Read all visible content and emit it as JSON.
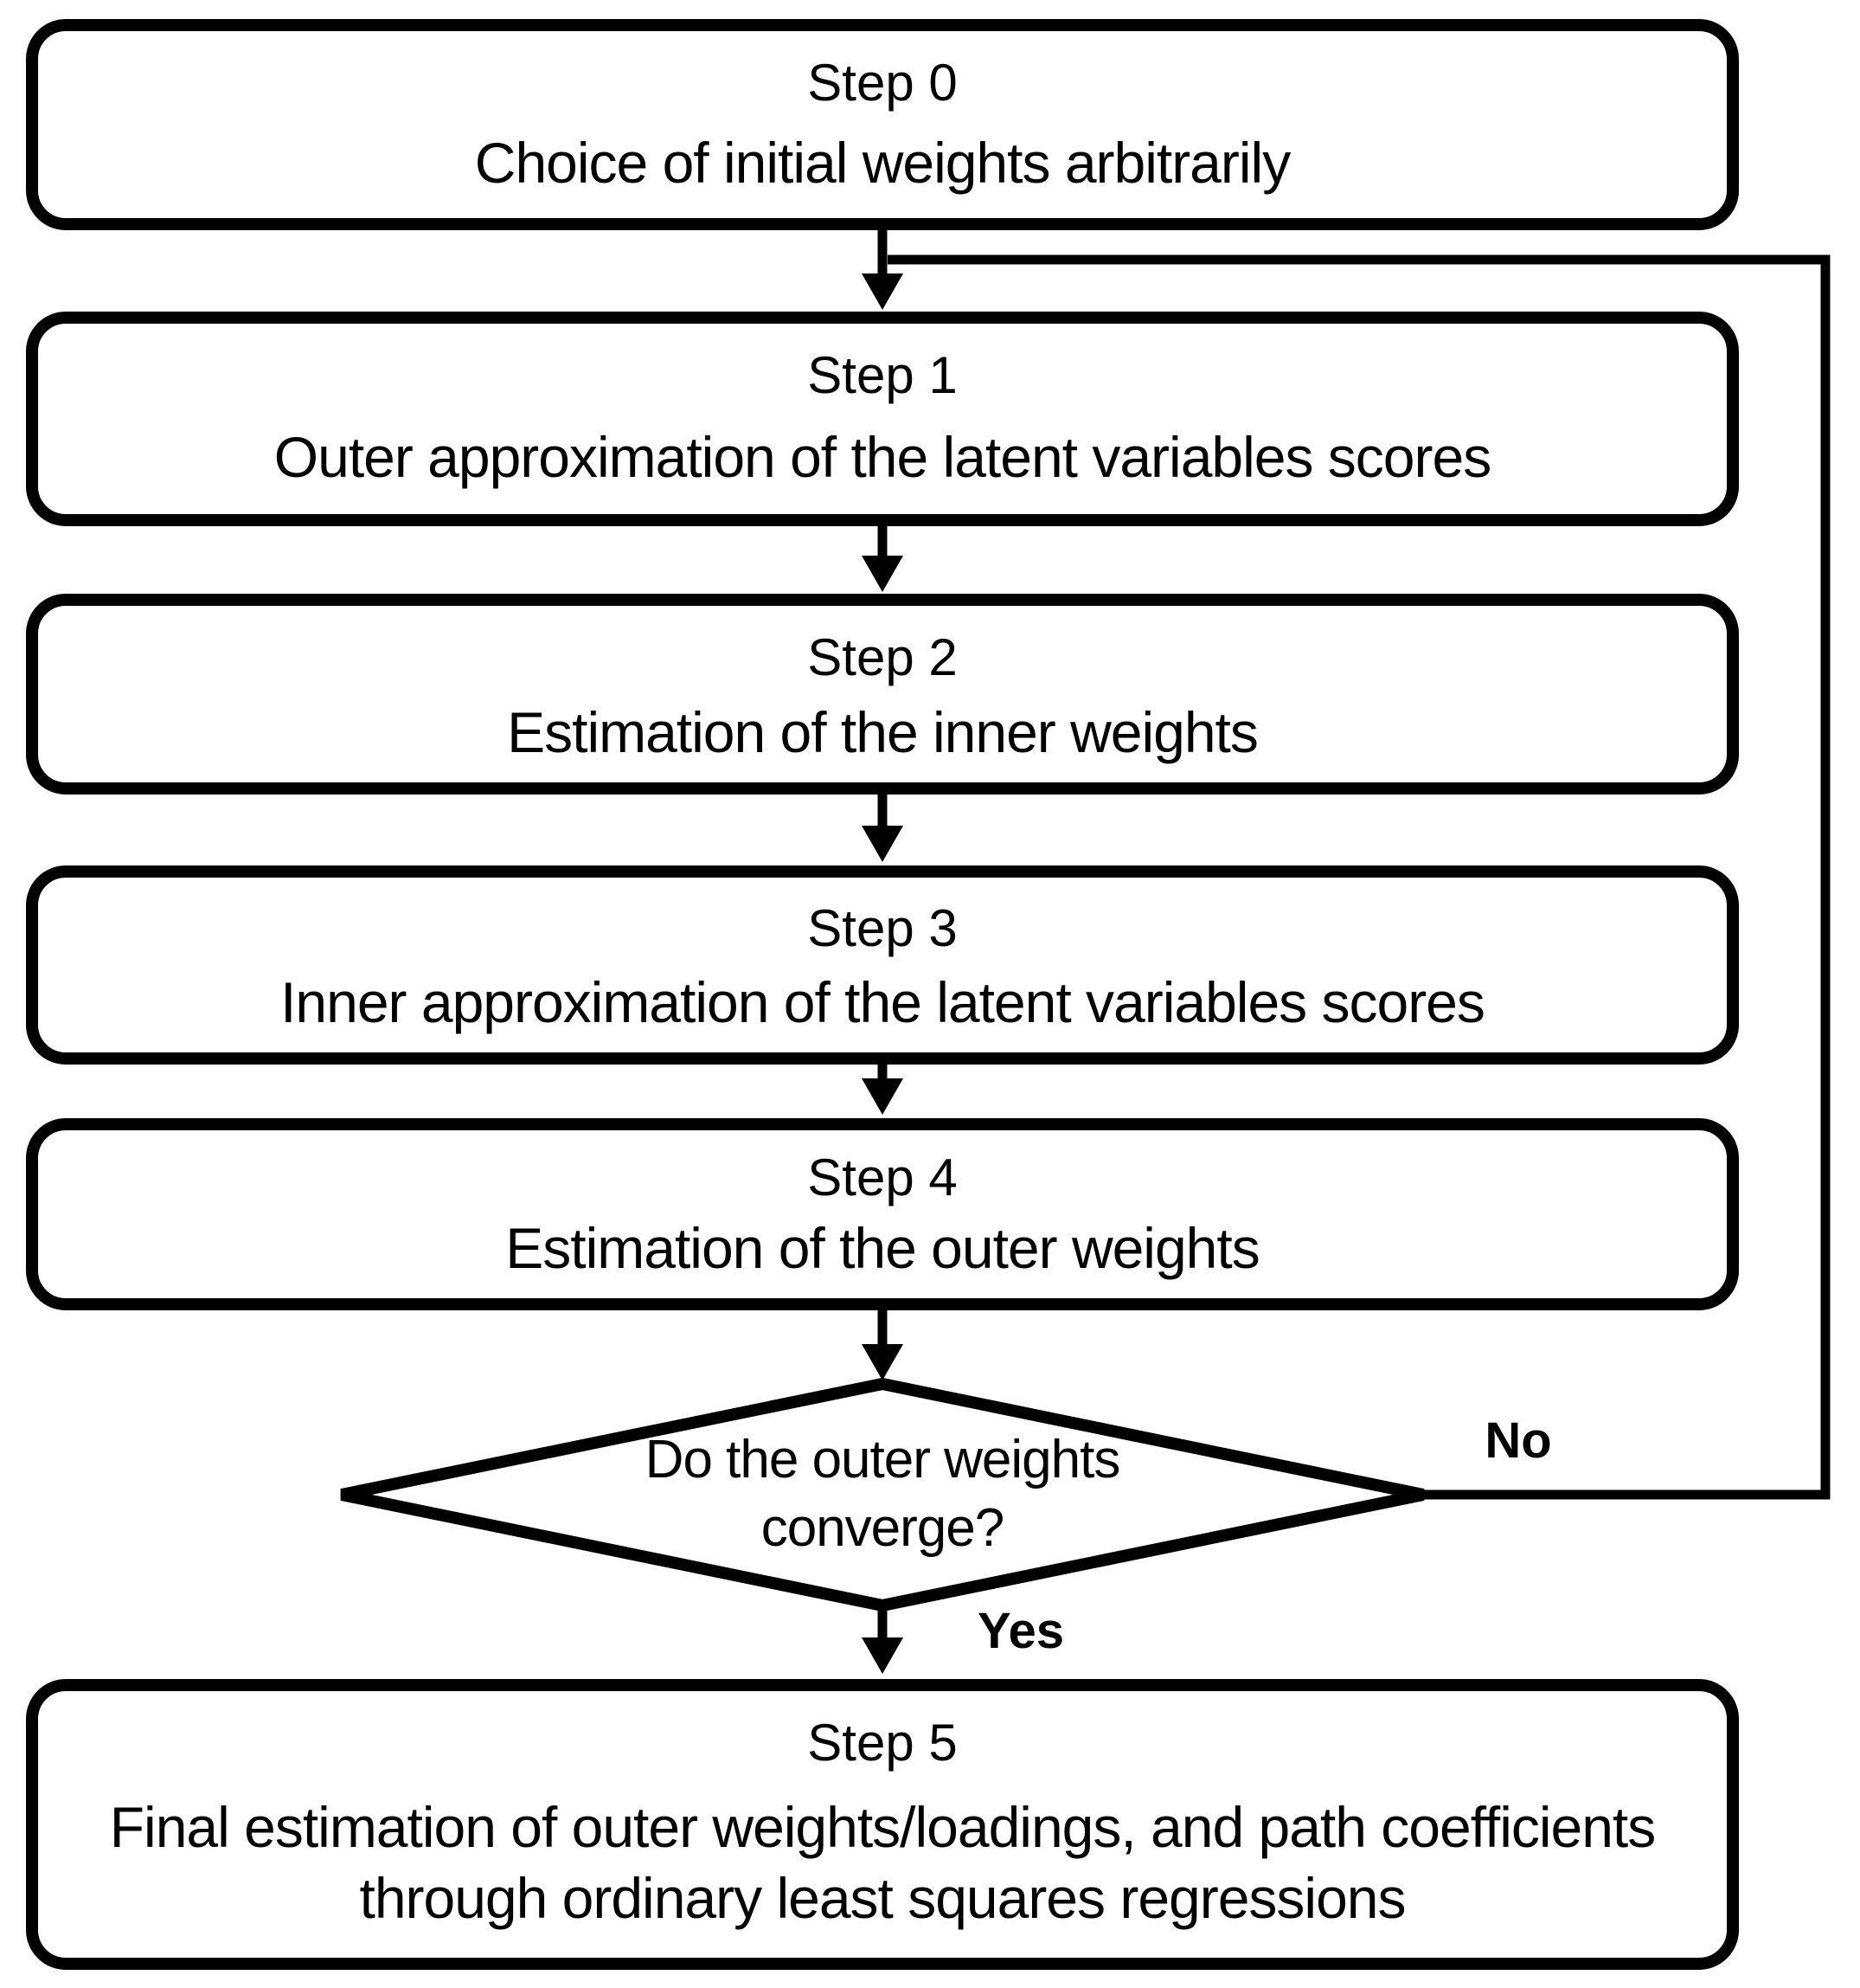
{
  "flowchart": {
    "steps": [
      {
        "title": "Step 0",
        "description": "Choice of initial weights arbitrarily"
      },
      {
        "title": "Step 1",
        "description": "Outer approximation of the latent variables scores"
      },
      {
        "title": "Step 2",
        "description": "Estimation of the inner weights"
      },
      {
        "title": "Step 3",
        "description": "Inner approximation of the latent variables scores"
      },
      {
        "title": "Step 4",
        "description": "Estimation of the outer weights"
      },
      {
        "title": "Step 5",
        "description": "Final estimation of outer weights/loadings, and path coefficients through ordinary least squares regressions"
      }
    ],
    "decision": {
      "question": "Do the outer weights converge?"
    },
    "labels": {
      "no": "No",
      "yes": "Yes"
    },
    "colors": {
      "line": "#000000",
      "background": "#ffffff",
      "text": "#000000"
    }
  }
}
